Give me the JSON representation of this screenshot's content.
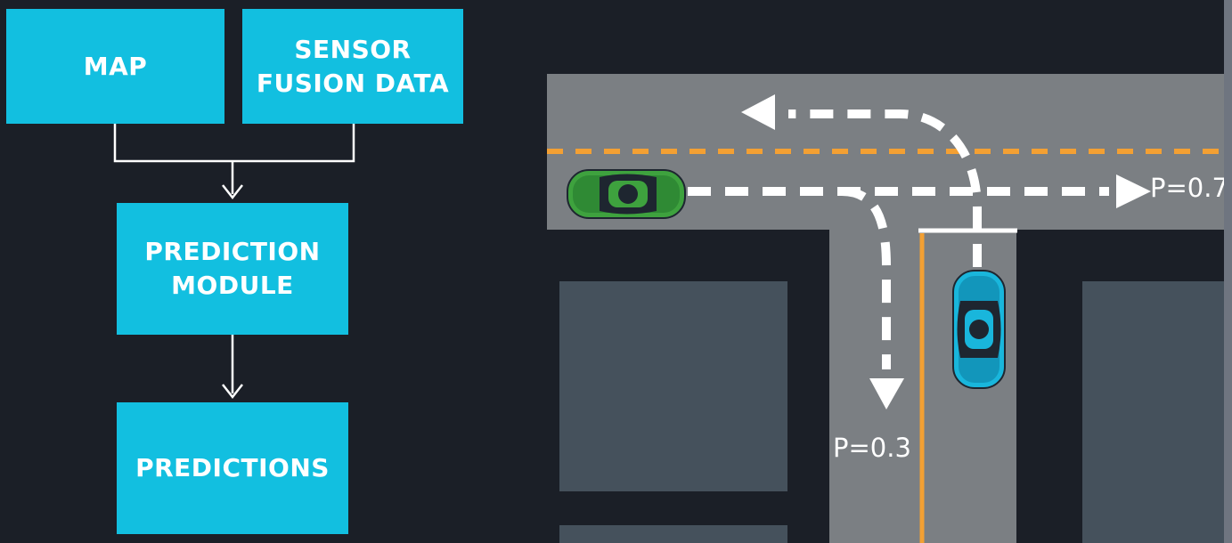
{
  "flowchart": {
    "map_label": "MAP",
    "sensor_line1": "SENSOR",
    "sensor_line2": "FUSION DATA",
    "module_line1": "PREDICTION",
    "module_line2": "MODULE",
    "predictions_label": "PREDICTIONS"
  },
  "scene": {
    "prob_straight": "P=0.7",
    "prob_turn": "P=0.3"
  },
  "colors": {
    "box": "#12bfe0",
    "background": "#1b1f27",
    "road": "#7b7f83",
    "block": "#45515c",
    "lane_line": "#f3a033",
    "green_car": "#3ea23e",
    "blue_car": "#19b6dc"
  }
}
